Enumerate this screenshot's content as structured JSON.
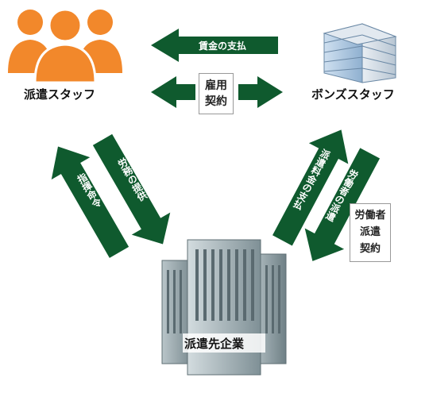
{
  "nodes": {
    "staff": "派遣スタッフ",
    "company": "ボンズスタッフ",
    "client": "派遣先企業"
  },
  "arrows": {
    "wage_payment": "賃金の支払",
    "labor_provision": "労務の提供",
    "direction_order": "指揮命令",
    "dispatch_fee_payment": "派遣料金の支払",
    "worker_dispatch": "労働者の派遣"
  },
  "boxes": {
    "employment_contract": "雇用\n契約",
    "dispatch_contract": "労働者\n派遣\n契約"
  },
  "colors": {
    "arrow_green": "#0f5a2e",
    "people_orange": "#f2882b",
    "building_gray": "#8a9aa0"
  }
}
